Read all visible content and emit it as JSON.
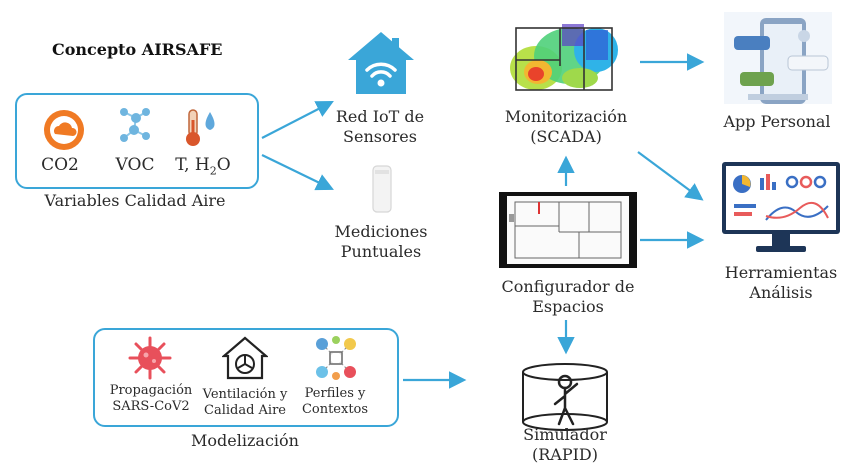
{
  "title": "Concepto AIRSAFE",
  "variables_box": {
    "items": [
      "CO2",
      "VOC",
      "T, H2O"
    ],
    "caption": "Variables Calidad Aire"
  },
  "iot": {
    "label_line1": "Red IoT de",
    "label_line2": "Sensores"
  },
  "mediciones": {
    "label_line1": "Mediciones",
    "label_line2": "Puntuales"
  },
  "scada": {
    "label_line1": "Monitorización",
    "label_line2": "(SCADA)"
  },
  "configurador": {
    "label_line1": "Configurador de",
    "label_line2": "Espacios"
  },
  "app": {
    "label": "App Personal"
  },
  "herramientas": {
    "label_line1": "Herramientas",
    "label_line2": "Análisis"
  },
  "simulador": {
    "label_line1": "Simulador",
    "label_line2": "(RAPID)"
  },
  "modelizacion_box": {
    "items": [
      {
        "line1": "Propagación",
        "line2": "SARS-CoV2"
      },
      {
        "line1": "Ventilación y",
        "line2": "Calidad Aire"
      },
      {
        "line1": "Perfiles y",
        "line2": "Contextos"
      }
    ],
    "caption": "Modelización"
  },
  "colors": {
    "accent": "#3aa6d8",
    "orange": "#f07a24",
    "virus": "#e8505b"
  }
}
